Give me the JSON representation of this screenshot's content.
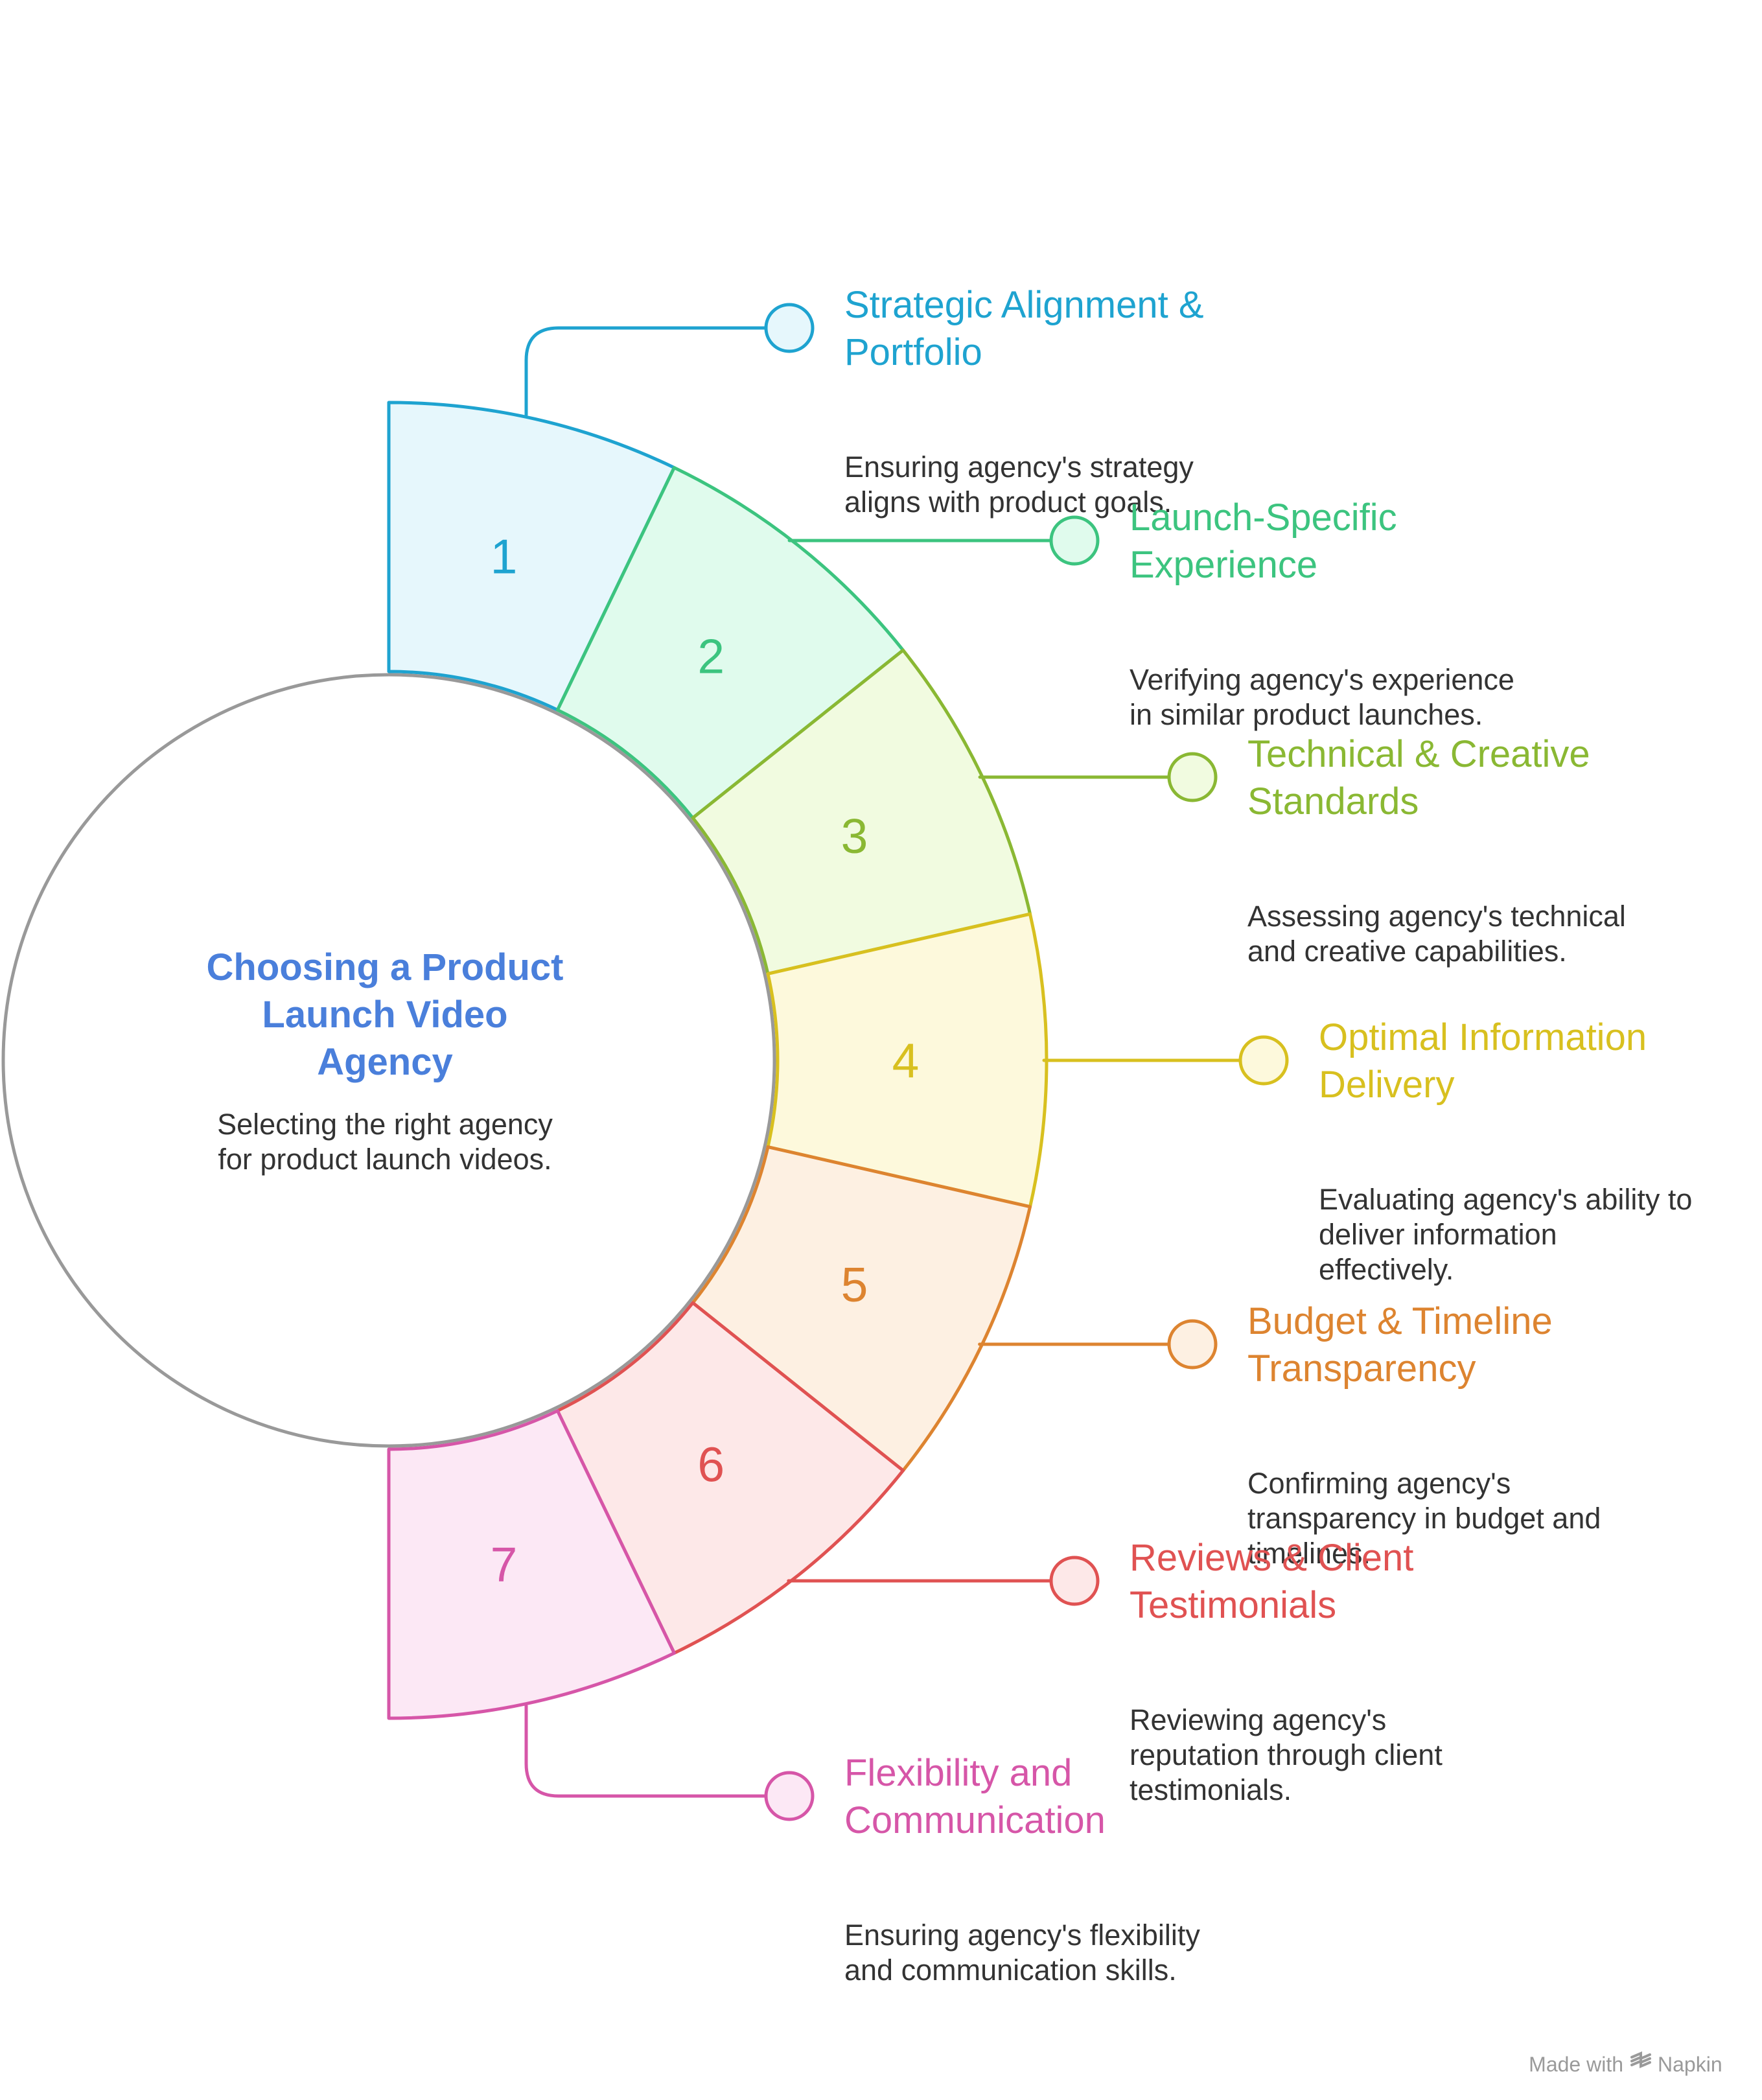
{
  "center": {
    "title_lines": [
      "Choosing a Product",
      "Launch Video",
      "Agency"
    ],
    "description_lines": [
      "Selecting the right agency",
      "for product launch videos."
    ],
    "title_color": "#4a7fdb",
    "stroke_color": "#999999"
  },
  "steps": [
    {
      "number": "1",
      "title_lines": [
        "Strategic Alignment &",
        "Portfolio"
      ],
      "description_lines": [
        "Ensuring agency's strategy",
        "aligns with product goals."
      ],
      "color": "#1ea3d0",
      "fill": "#e6f7fc"
    },
    {
      "number": "2",
      "title_lines": [
        "Launch-Specific",
        "Experience"
      ],
      "description_lines": [
        "Verifying agency's experience",
        "in similar product launches."
      ],
      "color": "#3cc47f",
      "fill": "#e0fbed"
    },
    {
      "number": "3",
      "title_lines": [
        "Technical & Creative",
        "Standards"
      ],
      "description_lines": [
        "Assessing agency's technical",
        "and creative capabilities."
      ],
      "color": "#8ab833",
      "fill": "#f1fbe0"
    },
    {
      "number": "4",
      "title_lines": [
        "Optimal Information",
        "Delivery"
      ],
      "description_lines": [
        "Evaluating agency's ability to",
        "deliver information",
        "effectively."
      ],
      "color": "#d8c01f",
      "fill": "#fdf9dc"
    },
    {
      "number": "5",
      "title_lines": [
        "Budget & Timeline",
        "Transparency"
      ],
      "description_lines": [
        "Confirming agency's",
        "transparency in budget and",
        "timelines."
      ],
      "color": "#dd8430",
      "fill": "#fdf0e2"
    },
    {
      "number": "6",
      "title_lines": [
        "Reviews & Client",
        "Testimonials"
      ],
      "description_lines": [
        "Reviewing agency's",
        "reputation through client",
        "testimonials."
      ],
      "color": "#e05252",
      "fill": "#fde8e8"
    },
    {
      "number": "7",
      "title_lines": [
        "Flexibility and",
        "Communication"
      ],
      "description_lines": [
        "Ensuring agency's flexibility",
        "and communication skills."
      ],
      "color": "#d656a8",
      "fill": "#fce8f5"
    }
  ],
  "footer": {
    "made_with": "Made with",
    "brand": "Napkin"
  }
}
